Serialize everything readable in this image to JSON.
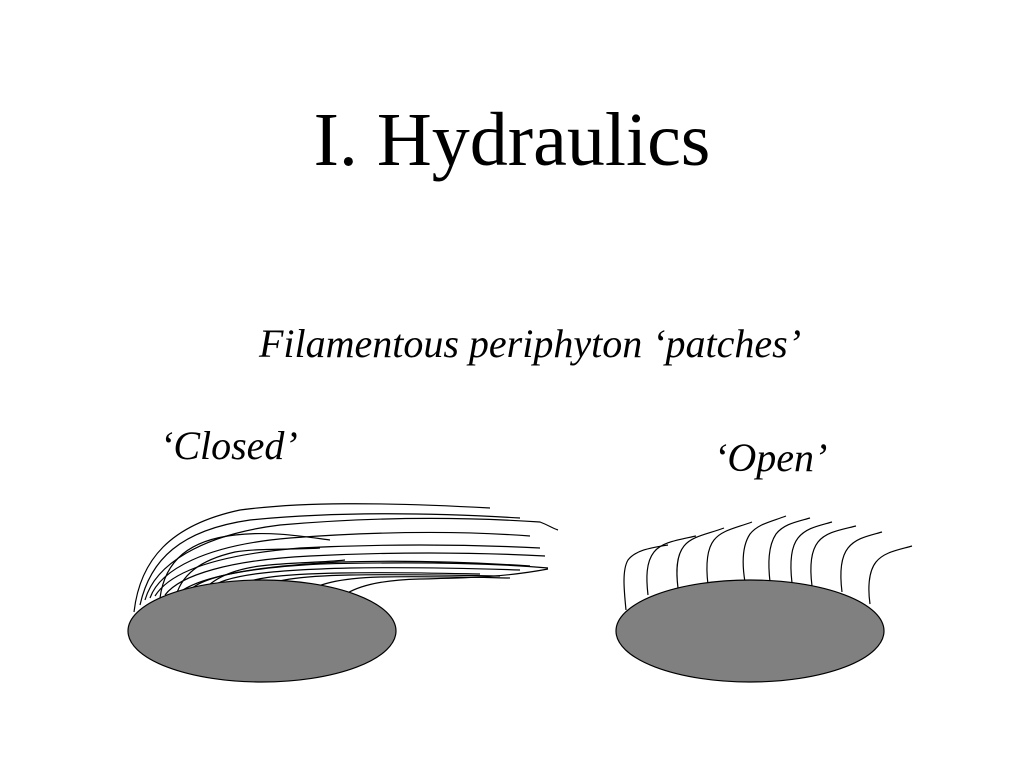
{
  "slide": {
    "title": "I.  Hydraulics",
    "subtitle": "Filamentous periphyton ‘patches’"
  },
  "diagram": {
    "closed_label": "‘Closed’",
    "open_label": "‘Open’",
    "patch_fill": "#808080",
    "line_color": "#000000"
  }
}
